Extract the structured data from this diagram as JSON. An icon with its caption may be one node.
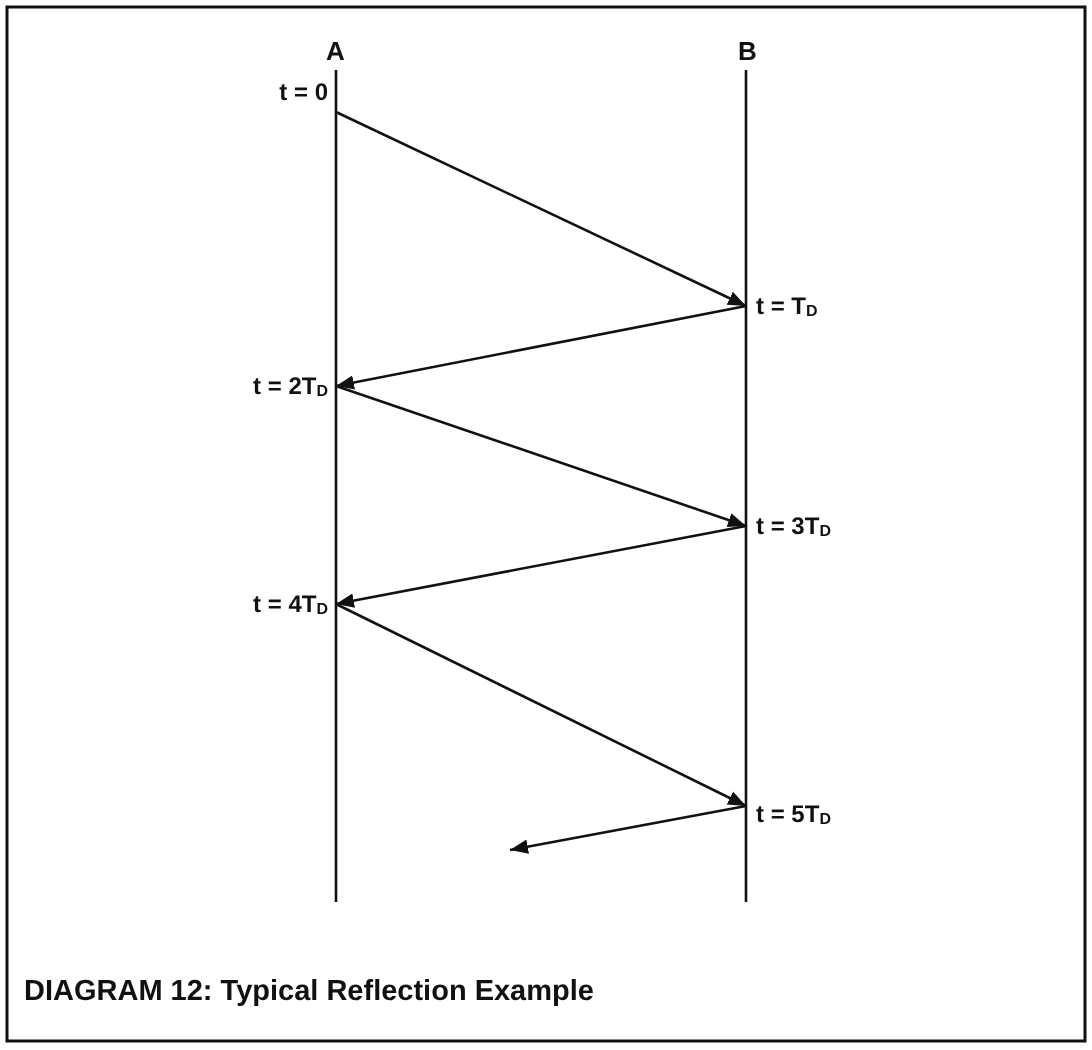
{
  "diagram": {
    "caption": "DIAGRAM 12: Typical Reflection Example",
    "nodes": [
      {
        "text": [
          "t = 0"
        ]
      },
      {
        "text": [
          "t = T$_{D}$"
        ]
      },
      {
        "text": [
          "t = 2T$_{D}$"
        ]
      },
      {
        "text": [
          "t = 3T$_{D}$"
        ]
      },
      {
        "text": [
          "t = 4T$_{D}$"
        ]
      },
      {
        "text": [
          "t = 5T$_{D}$"
        ]
      }
    ],
    "edges": [
      {
        "from": 0,
        "to": 1,
        "arrow": "to"
      },
      {
        "from": 1,
        "to": 2,
        "arrow": "to"
      },
      {
        "from": 2,
        "to": 3,
        "arrow": "to"
      },
      {
        "from": 3,
        "to": 4,
        "arrow": "to"
      },
      {
        "from": 4,
        "to": 5,
        "arrow": "to"
      },
      {
        "from": 5,
        "to": null,
        "arrow": "to"
      }
    ],
    "labels": [
      "A",
      "B"
    ]
  }
}
